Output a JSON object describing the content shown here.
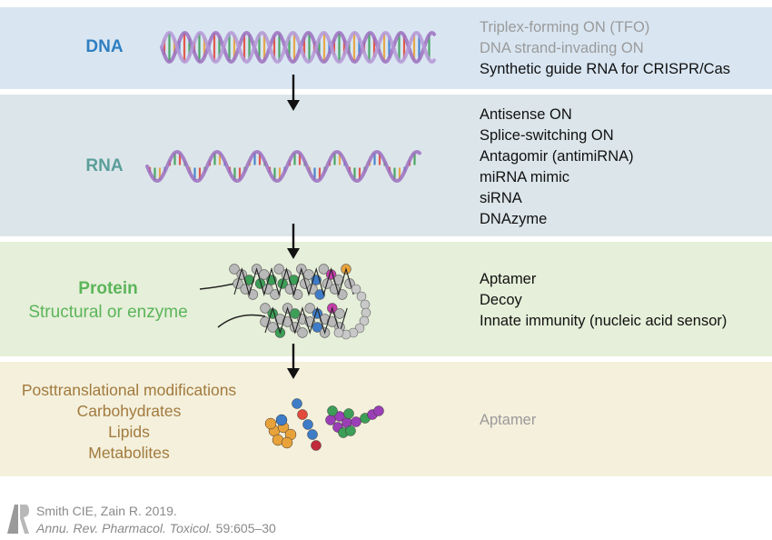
{
  "levels": {
    "dna": {
      "label": "DNA",
      "items": [
        "Triplex-forming ON (TFO)",
        "DNA strand-invading ON",
        "Synthetic guide RNA for CRISPR/Cas"
      ]
    },
    "rna": {
      "label": "RNA",
      "items": [
        "Antisense ON",
        "Splice-switching ON",
        "Antagomir (antimiRNA)",
        "miRNA mimic",
        "siRNA",
        "DNAzyme"
      ]
    },
    "protein": {
      "label": "Protein",
      "sublabel": "Structural or enzyme",
      "items": [
        "Aptamer",
        "Decoy",
        "Innate immunity (nucleic acid sensor)"
      ]
    },
    "ptm": {
      "labels": [
        "Posttranslational modifications",
        "Carbohydrates",
        "Lipids",
        "Metabolites"
      ],
      "items": [
        "Aptamer"
      ]
    }
  },
  "citation": {
    "line1": "Smith CIE, Zain R. 2019.",
    "journal": "Annu. Rev. Pharmacol. Toxicol.",
    "pages": "59:605–30"
  },
  "colors": {
    "dna": "#2f7fc1",
    "rna": "#5a9e9a",
    "protein": "#5bb55b",
    "ptm": "#a27a3e",
    "helix": "#9b6fc0"
  }
}
